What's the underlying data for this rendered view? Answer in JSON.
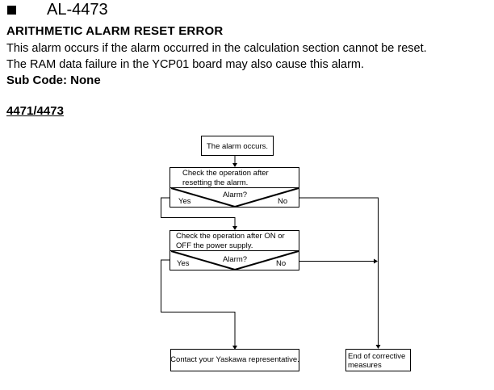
{
  "header": {
    "alarm_code": "AL-4473",
    "title": "ARITHMETIC ALARM RESET ERROR",
    "description_lines": [
      "This alarm occurs if the alarm occurred in the calculation section cannot be reset.",
      "The RAM data failure in the YCP01 board may also cause this alarm."
    ],
    "sub_code": "Sub Code: None",
    "model": "4471/4473"
  },
  "flowchart": {
    "start": "The alarm occurs.",
    "step1": {
      "lines": [
        "Check the operation after",
        "resetting the alarm."
      ],
      "question": "Alarm?",
      "yes": "Yes",
      "no": "No"
    },
    "step2": {
      "lines": [
        "Check the operation after ON or",
        "OFF the power supply."
      ],
      "question": "Alarm?",
      "yes": "Yes",
      "no": "No"
    },
    "contact": "Contact your Yaskawa representative.",
    "end": [
      "End of corrective",
      "measures"
    ]
  }
}
